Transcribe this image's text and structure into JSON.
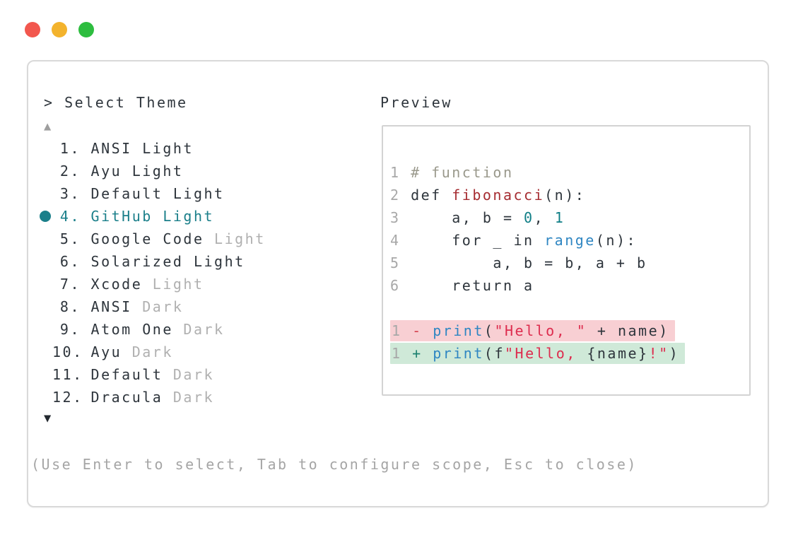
{
  "window": {
    "traffic_lights": [
      {
        "name": "close",
        "color": "#f2574e"
      },
      {
        "name": "minimize",
        "color": "#f3b32d"
      },
      {
        "name": "zoom",
        "color": "#2dbd3f"
      }
    ]
  },
  "prompt": {
    "caret": "> ",
    "label": "Select Theme"
  },
  "preview": {
    "label": "Preview"
  },
  "scroll": {
    "up_icon": "▲",
    "down_icon": "▼"
  },
  "theme_list": {
    "selected_number": "4.",
    "items": [
      {
        "num": "1.",
        "name": "ANSI Light",
        "suffix": "",
        "selected": false
      },
      {
        "num": "2.",
        "name": "Ayu Light",
        "suffix": "",
        "selected": false
      },
      {
        "num": "3.",
        "name": "Default Light",
        "suffix": "",
        "selected": false
      },
      {
        "num": "4.",
        "name": "GitHub Light",
        "suffix": "",
        "selected": true
      },
      {
        "num": "5.",
        "name": "Google Code",
        "suffix": "Light",
        "selected": false
      },
      {
        "num": "6.",
        "name": "Solarized Light",
        "suffix": "",
        "selected": false
      },
      {
        "num": "7.",
        "name": "Xcode",
        "suffix": "Light",
        "selected": false
      },
      {
        "num": "8.",
        "name": "ANSI",
        "suffix": "Dark",
        "selected": false
      },
      {
        "num": "9.",
        "name": "Atom One",
        "suffix": "Dark",
        "selected": false
      },
      {
        "num": "10.",
        "name": "Ayu",
        "suffix": "Dark",
        "selected": false
      },
      {
        "num": "11.",
        "name": "Default",
        "suffix": "Dark",
        "selected": false
      },
      {
        "num": "12.",
        "name": "Dracula",
        "suffix": "Dark",
        "selected": false
      }
    ]
  },
  "code_preview": {
    "language": "python",
    "lines": [
      {
        "num": "1",
        "diff": "",
        "tokens": [
          {
            "t": "# function",
            "c": "comment"
          }
        ]
      },
      {
        "num": "2",
        "diff": "",
        "tokens": [
          {
            "t": "def ",
            "c": "text"
          },
          {
            "t": "fibonacci",
            "c": "func"
          },
          {
            "t": "(n):",
            "c": "text"
          }
        ]
      },
      {
        "num": "3",
        "diff": "",
        "tokens": [
          {
            "t": "    a, b = ",
            "c": "text"
          },
          {
            "t": "0",
            "c": "number"
          },
          {
            "t": ", ",
            "c": "text"
          },
          {
            "t": "1",
            "c": "number"
          }
        ]
      },
      {
        "num": "4",
        "diff": "",
        "tokens": [
          {
            "t": "    for _ in ",
            "c": "text"
          },
          {
            "t": "range",
            "c": "builtin"
          },
          {
            "t": "(n):",
            "c": "text"
          }
        ]
      },
      {
        "num": "5",
        "diff": "",
        "tokens": [
          {
            "t": "        a, b = b, a + b",
            "c": "text"
          }
        ]
      },
      {
        "num": "6",
        "diff": "",
        "tokens": [
          {
            "t": "    return a",
            "c": "text"
          }
        ]
      },
      {
        "num": "",
        "diff": "",
        "tokens": []
      },
      {
        "num": "1",
        "diff": "removed",
        "tokens": [
          {
            "t": "- ",
            "c": "minus"
          },
          {
            "t": "print",
            "c": "builtin"
          },
          {
            "t": "(",
            "c": "text"
          },
          {
            "t": "\"Hello, \"",
            "c": "string"
          },
          {
            "t": " + name)",
            "c": "text"
          }
        ]
      },
      {
        "num": "1",
        "diff": "added",
        "tokens": [
          {
            "t": "+ ",
            "c": "plus"
          },
          {
            "t": "print",
            "c": "builtin"
          },
          {
            "t": "(f",
            "c": "text"
          },
          {
            "t": "\"Hello, ",
            "c": "string"
          },
          {
            "t": "{name}",
            "c": "text"
          },
          {
            "t": "!\"",
            "c": "string"
          },
          {
            "t": ")",
            "c": "text"
          }
        ]
      }
    ]
  },
  "footer": {
    "hint": "(Use Enter to select, Tab to configure scope, Esc to close)"
  },
  "colors": {
    "accent_teal": "#1b7f8a",
    "text": "#2e353c",
    "muted_gray": "#a8a8a8",
    "comment": "#9a998c",
    "function_red": "#a62d32",
    "string_red": "#dd2c4e",
    "builtin_blue": "#2f86c2",
    "number_teal": "#0f7e86",
    "diff_removed_bg": "#f8cfd3",
    "diff_added_bg": "#cfe9d8",
    "panel_border": "#d9d9d9"
  }
}
